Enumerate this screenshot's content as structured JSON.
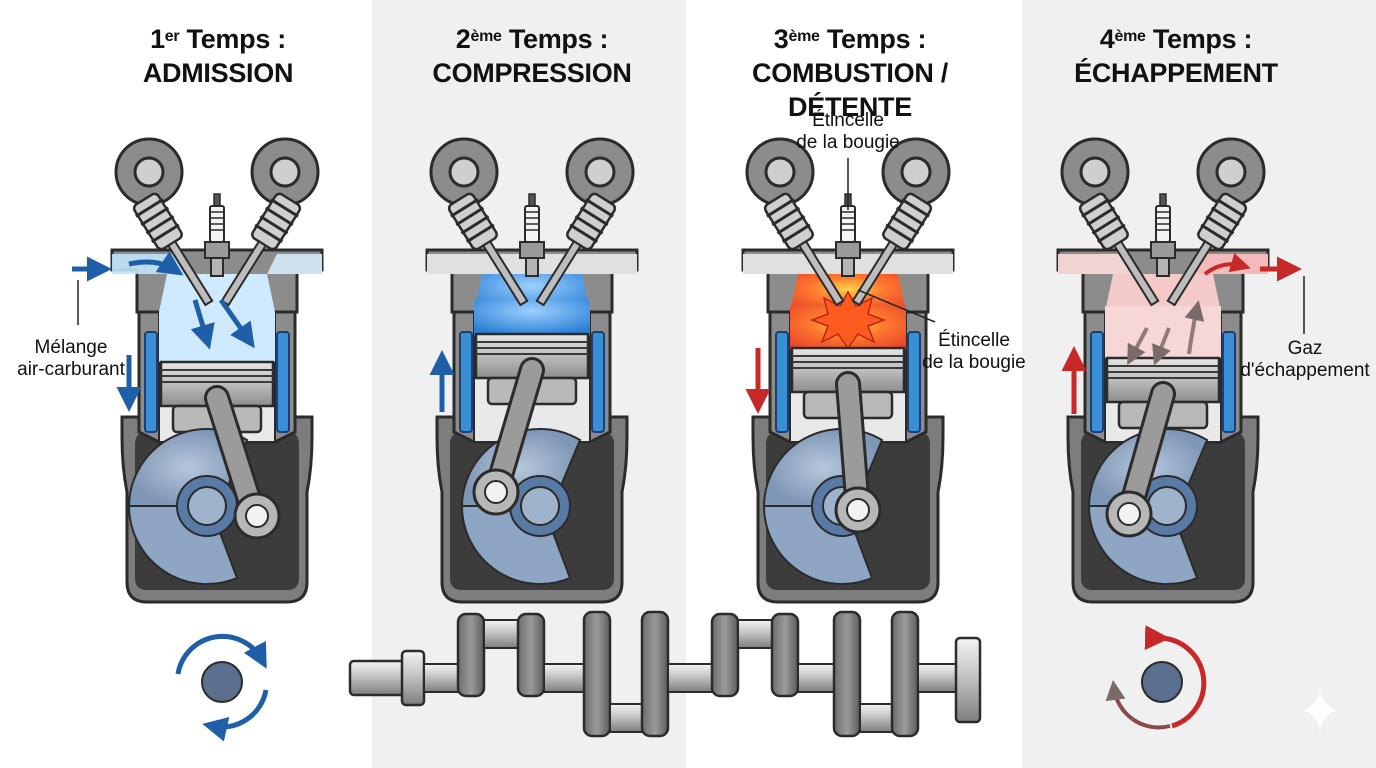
{
  "strokes": [
    {
      "number": "1",
      "ordinal": "er",
      "word": "Temps :",
      "name": "ADMISSION"
    },
    {
      "number": "2",
      "ordinal": "ème",
      "word": "Temps :",
      "name": "COMPRESSION"
    },
    {
      "number": "3",
      "ordinal": "ème",
      "word": "Temps :",
      "name": "COMBUSTION / DÉTENTE"
    },
    {
      "number": "4",
      "ordinal": "ème",
      "word": "Temps :",
      "name": "ÉCHAPPEMENT"
    }
  ],
  "labels": {
    "mixture": [
      "Mélange",
      "air-carburant"
    ],
    "spark_top": [
      "Étincelle",
      "de la bougie"
    ],
    "spark_side": [
      "Étincelle",
      "de la bougie"
    ],
    "exhaust": [
      "Gaz",
      "d'échappement"
    ]
  },
  "colors": {
    "intake_blue": "#1f5fa8",
    "exhaust_red": "#c82828",
    "panel_alt_bg": "#f0f0f0",
    "metal_dark": "#4a4a4a",
    "metal_mid": "#8a8a8a",
    "metal_light": "#c9c9c9",
    "coolant": "#3a8fd6",
    "flame": "#f04a20"
  },
  "icons": [
    "rotation-clockwise-icon",
    "rotation-counterclockwise-icon",
    "direction-arrow-icon",
    "sparkle-icon"
  ]
}
